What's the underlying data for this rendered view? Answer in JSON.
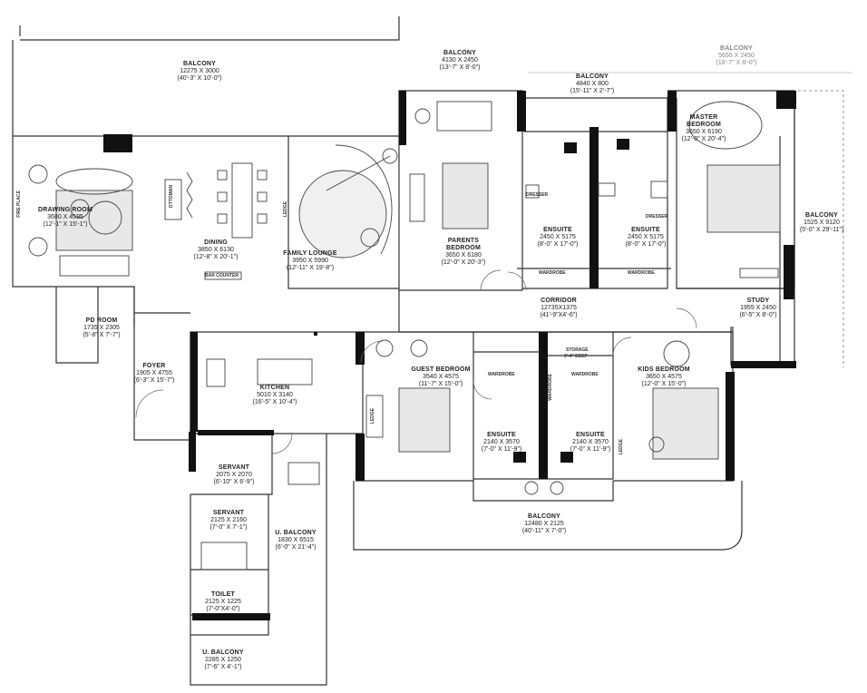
{
  "rooms": {
    "balcony_top_left": {
      "name": "BALCONY",
      "size": "12275 X 3000",
      "imperial": "(40'-3\" X 10'-0\")"
    },
    "balcony_parents": {
      "name": "BALCONY",
      "size": "4130 X 2450",
      "imperial": "(13'-7\" X 8'-0\")"
    },
    "balcony_ensuite": {
      "name": "BALCONY",
      "size": "4840 X 800",
      "imperial": "(15'-11\" X 2'-7\")"
    },
    "balcony_master": {
      "name": "BALCONY",
      "size": "5655 X 2450",
      "imperial": "(18'-7\" X 8'-0\")"
    },
    "drawing_room": {
      "name": "DRAWING ROOM",
      "size": "3680 X 4595",
      "imperial": "(12'-1\" X 15'-1\")"
    },
    "dining": {
      "name": "DINING",
      "size": "3850 X 6130",
      "imperial": "(12'-8\" X 20'-1\")"
    },
    "family_lounge": {
      "name": "FAMILY LOUNGE",
      "size": "3950 X 5990",
      "imperial": "(12'-11\" X 19'-8\")"
    },
    "parents_bedroom": {
      "name": "PARENTS BEDROOM",
      "size": "3650 X 6180",
      "imperial": "(12'-0\" X 20'-3\")"
    },
    "ensuite_1": {
      "name": "ENSUITE",
      "size": "2450 X 5175",
      "imperial": "(8'-0\" X 17'-0\")"
    },
    "ensuite_2": {
      "name": "ENSUITE",
      "size": "2450 X 5175",
      "imperial": "(8'-0\" X 17'-0\")"
    },
    "master_bedroom": {
      "name": "MASTER BEDROOM",
      "size": "3650 X 6190",
      "imperial": "(12'-0\" X 20'-4\")"
    },
    "balcony_right": {
      "name": "BALCONY",
      "size": "1525 X 9120",
      "imperial": "(5'-0\" X 29'-11\")"
    },
    "pd_room": {
      "name": "PD ROOM",
      "size": "1735 X 2305",
      "imperial": "(5'-8\" X 7'-7\")"
    },
    "corridor": {
      "name": "CORRIDOR",
      "size": "12735X1375",
      "imperial": "(41'-9\"X4'-6\")"
    },
    "study": {
      "name": "STUDY",
      "size": "1955 X 2450",
      "imperial": "(6'-5\" X 8'-0\")"
    },
    "foyer": {
      "name": "FOYER",
      "size": "1905 X 4755",
      "imperial": "(6'-3\" X 15'-7\")"
    },
    "kitchen": {
      "name": "KITCHEN",
      "size": "5010 X 3140",
      "imperial": "(16'-5\" X 10'-4\")"
    },
    "guest_bedroom": {
      "name": "GUEST BEDROOM",
      "size": "3540 X 4575",
      "imperial": "(11'-7\" X 15'-0\")"
    },
    "kids_bedroom": {
      "name": "KIDS BEDROOM",
      "size": "3650 X 4575",
      "imperial": "(12'-0\" X 15'-0\")"
    },
    "ensuite_3": {
      "name": "ENSUITE",
      "size": "2140 X 3570",
      "imperial": "(7'-0\" X 11'-9\")"
    },
    "ensuite_4": {
      "name": "ENSUITE",
      "size": "2140 X 3570",
      "imperial": "(7'-0\" X 11'-9\")"
    },
    "servant_1": {
      "name": "SERVANT",
      "size": "2075 X 2070",
      "imperial": "(6'-10\" X 6'-9\")"
    },
    "servant_2": {
      "name": "SERVANT",
      "size": "2125 X 2160",
      "imperial": "(7'-0\" X 7'-1\")"
    },
    "u_balcony_1": {
      "name": "U. BALCONY",
      "size": "1830 X 6515",
      "imperial": "(6'-0\" X 21'-4\")"
    },
    "toilet": {
      "name": "TOILET",
      "size": "2125 X 1225",
      "imperial": "(7'-0\"X4'-0\")"
    },
    "u_balcony_2": {
      "name": "U. BALCONY",
      "size": "2285 X 1250",
      "imperial": "(7'-6\" X 4'-1\")"
    },
    "balcony_bottom": {
      "name": "BALCONY",
      "size": "12480 X 2125",
      "imperial": "(40'-11\" X 7'-0\")"
    }
  },
  "fixtures": {
    "fire_place": "FIRE PLACE",
    "ottoman": "OTTOMAN",
    "ledge_lounge": "LEDGE",
    "bar_counter": "BAR COUNTER",
    "dresser_1": "DRESSER",
    "dresser_2": "DRESSER",
    "wardrobe_1": "WARDROBE",
    "wardrobe_2": "WARDROBE",
    "wardrobe_3": "WARDROBE",
    "wardrobe_4": "WARDROBE",
    "wardrobe_5": "WARDROBE",
    "storage": "STORAGE",
    "storage_depth": "3'-4\" DEEP",
    "ledge_guest": "LEDGE",
    "ledge_kids": "LEDGE"
  }
}
